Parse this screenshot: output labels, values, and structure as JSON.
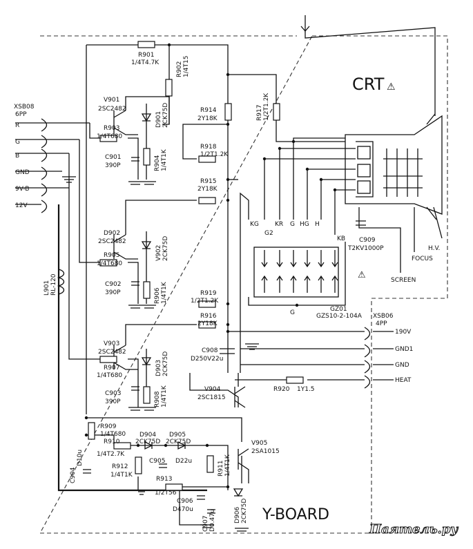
{
  "board": {
    "title": "Y-BOARD"
  },
  "crt": {
    "label": "CRT",
    "warning": "⚠"
  },
  "watermark": "Паятель.ру",
  "connectors": {
    "xsb08": {
      "name": "XSB08",
      "pins": "6PP",
      "lines": [
        "R",
        "G",
        "B",
        "GND",
        "9V-B",
        "12V"
      ]
    },
    "xsb06": {
      "name": "XSB06",
      "pins": "4PP",
      "lines": [
        "190V",
        "GND1",
        "GND",
        "HEAT"
      ]
    }
  },
  "crt_pins": [
    "KG",
    "KR",
    "G",
    "HG",
    "H",
    "G2",
    "KB"
  ],
  "crt_side": {
    "focus": "FOCUS",
    "screen": "SCREEN",
    "hv": "H.V."
  },
  "socket": {
    "name": "GZ01",
    "part": "GZS10-2-104A",
    "g": "G",
    "warning": "⚠"
  },
  "components": [
    {
      "ref": "R901",
      "value": "1/4T4.7K"
    },
    {
      "ref": "R902",
      "value": "1/4T15"
    },
    {
      "ref": "V901",
      "value": "2SC2482"
    },
    {
      "ref": "R903",
      "value": "1/4T680"
    },
    {
      "ref": "D901",
      "value": "2CK75D"
    },
    {
      "ref": "C901",
      "value": "390P"
    },
    {
      "ref": "R904",
      "value": "1/4T1K"
    },
    {
      "ref": "R914",
      "value": "2Y18K"
    },
    {
      "ref": "R917",
      "value": "1/2T1.2K"
    },
    {
      "ref": "R918",
      "value": "1/2T1.2K"
    },
    {
      "ref": "R915",
      "value": "2Y18K"
    },
    {
      "ref": "D902",
      "value": "2SC2482"
    },
    {
      "ref": "V902",
      "value": "2CK75D"
    },
    {
      "ref": "R905",
      "value": "1/4T680"
    },
    {
      "ref": "C902",
      "value": "390P"
    },
    {
      "ref": "R906",
      "value": "1/4T1K"
    },
    {
      "ref": "C909",
      "value": "T2KV1000P"
    },
    {
      "ref": "R919",
      "value": "1/2T1.2K"
    },
    {
      "ref": "R916",
      "value": "2Y18K"
    },
    {
      "ref": "C908",
      "value": "D250V22u"
    },
    {
      "ref": "V903",
      "value": "2SC2482"
    },
    {
      "ref": "D903",
      "value": "2CK75D"
    },
    {
      "ref": "R907",
      "value": "1/4T680"
    },
    {
      "ref": "C903",
      "value": "390P"
    },
    {
      "ref": "R908",
      "value": "1/4T1K"
    },
    {
      "ref": "R920",
      "value": "1Y1.5"
    },
    {
      "ref": "V904",
      "value": "2SC1815"
    },
    {
      "ref": "R909",
      "value": "1/4T680"
    },
    {
      "ref": "R910",
      "value": "1/4T2.7K"
    },
    {
      "ref": "D904",
      "value": "2CK75D"
    },
    {
      "ref": "D905",
      "value": "2CK75D"
    },
    {
      "ref": "V905",
      "value": "2SA1015"
    },
    {
      "ref": "C904",
      "value": "D10u"
    },
    {
      "ref": "R912",
      "value": "1/4T1K"
    },
    {
      "ref": "C905",
      "value": "D22u"
    },
    {
      "ref": "R911",
      "value": "1/4T1K"
    },
    {
      "ref": "R913",
      "value": "1/2T56"
    },
    {
      "ref": "C906",
      "value": "D470u"
    },
    {
      "ref": "C907",
      "value": "D0.47u"
    },
    {
      "ref": "D906",
      "value": "2CK75D"
    },
    {
      "ref": "L901",
      "value": "RL-120"
    }
  ]
}
